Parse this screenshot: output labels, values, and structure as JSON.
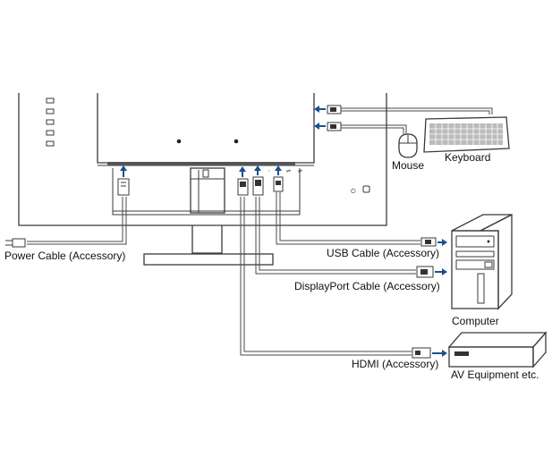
{
  "labels": {
    "mouse": "Mouse",
    "keyboard": "Keyboard",
    "power_cable": "Power Cable (Accessory)",
    "usb_cable": "USB Cable (Accessory)",
    "displayport_cable": "DisplayPort Cable (Accessory)",
    "computer": "Computer",
    "hdmi": "HDMI (Accessory)",
    "av_equipment": "AV Equipment etc."
  },
  "colors": {
    "line": "#3a3a3a",
    "arrow": "#1b4f8f",
    "background": "#ffffff"
  },
  "icons": [
    "monitor-rear-view",
    "mouse-icon",
    "keyboard-icon",
    "computer-tower-icon",
    "av-equipment-icon",
    "power-plug-icon",
    "usb-plug-icon",
    "displayport-plug-icon",
    "hdmi-plug-icon"
  ]
}
